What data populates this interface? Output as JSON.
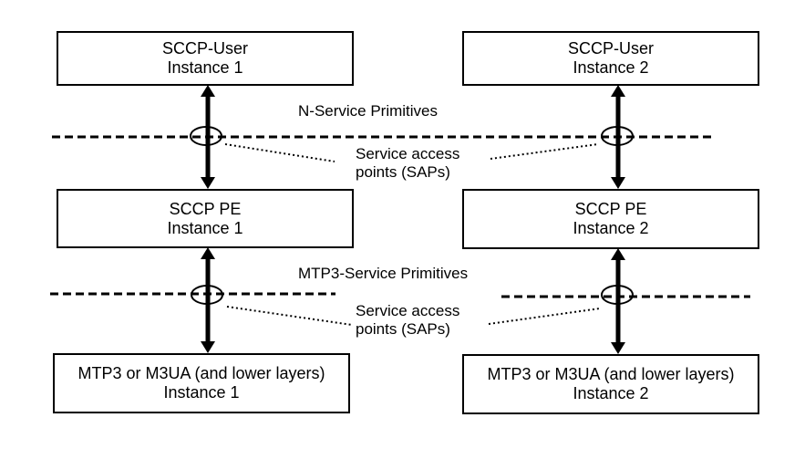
{
  "boxes": [
    {
      "line1": "SCCP-User",
      "line2": "Instance 1"
    },
    {
      "line1": "SCCP-User",
      "line2": "Instance 2"
    },
    {
      "line1": "SCCP PE",
      "line2": "Instance 1"
    },
    {
      "line1": "SCCP PE",
      "line2": "Instance 2"
    },
    {
      "line1": "MTP3 or M3UA (and lower layers)",
      "line2": "Instance 1"
    },
    {
      "line1": "MTP3 or M3UA (and lower layers)",
      "line2": "Instance 2"
    }
  ],
  "labels": {
    "n_service_primitives": "N-Service Primitives",
    "mtp3_service_primitives": "MTP3-Service Primitives",
    "sap_top": {
      "line1": "Service access",
      "line2": "points (SAPs)"
    },
    "sap_bottom": {
      "line1": "Service access",
      "line2": "points (SAPs)"
    }
  },
  "colors": {
    "line": "#000000",
    "background": "#ffffff",
    "text": "#000000"
  }
}
